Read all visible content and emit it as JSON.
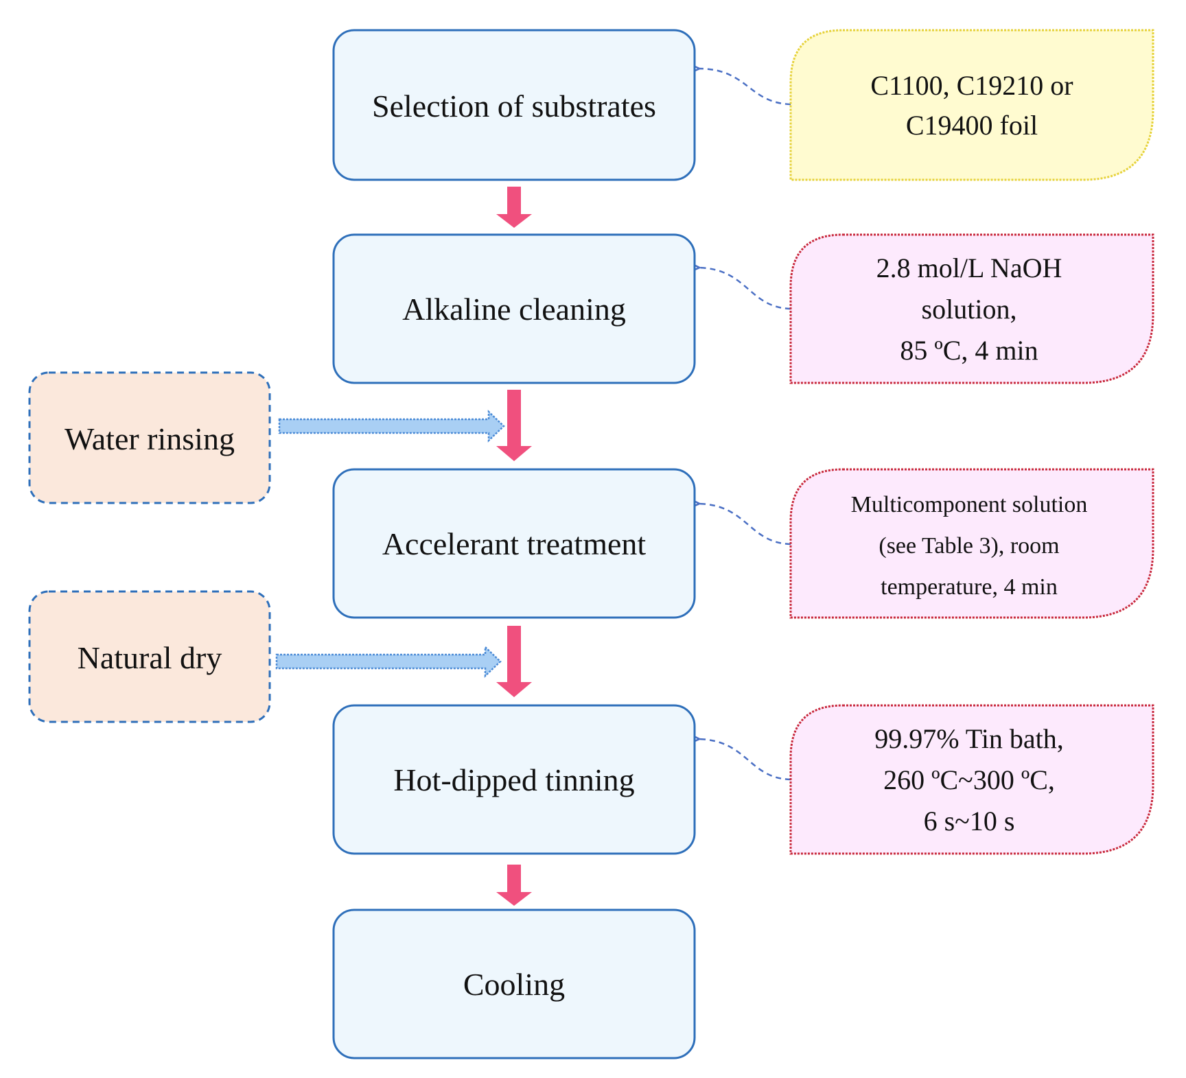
{
  "colors": {
    "step_fill": "#eef7fd",
    "step_stroke": "#2e6fba",
    "side_fill": "#fbe8dc",
    "side_stroke": "#2e6fba",
    "note_yellow_fill": "#fffbd0",
    "note_yellow_stroke": "#e6d23a",
    "note_pink_fill": "#fdeafd",
    "note_pink_stroke": "#c8283c",
    "main_arrow": "#f0507e",
    "side_arrow": "#7cb4ec",
    "connector": "#4a6fc4"
  },
  "steps": [
    {
      "label": "Selection of substrates"
    },
    {
      "label": "Alkaline cleaning"
    },
    {
      "label": "Accelerant treatment"
    },
    {
      "label": "Hot-dipped tinning"
    },
    {
      "label": "Cooling"
    }
  ],
  "side_steps": [
    {
      "label": "Water rinsing"
    },
    {
      "label": "Natural dry"
    }
  ],
  "notes": [
    {
      "style": "yellow",
      "lines": [
        "C1100, C19210 or",
        "C19400 foil"
      ]
    },
    {
      "style": "pink",
      "lines": [
        "2.8 mol/L NaOH",
        "solution,",
        "85 ºC, 4 min"
      ]
    },
    {
      "style": "pink",
      "small": true,
      "lines": [
        "Multicomponent solution",
        "(see Table 3), room",
        "temperature, 4 min"
      ]
    },
    {
      "style": "pink",
      "lines": [
        "99.97% Tin bath,",
        "260 ºC~300 ºC,",
        "6 s~10 s"
      ]
    }
  ]
}
